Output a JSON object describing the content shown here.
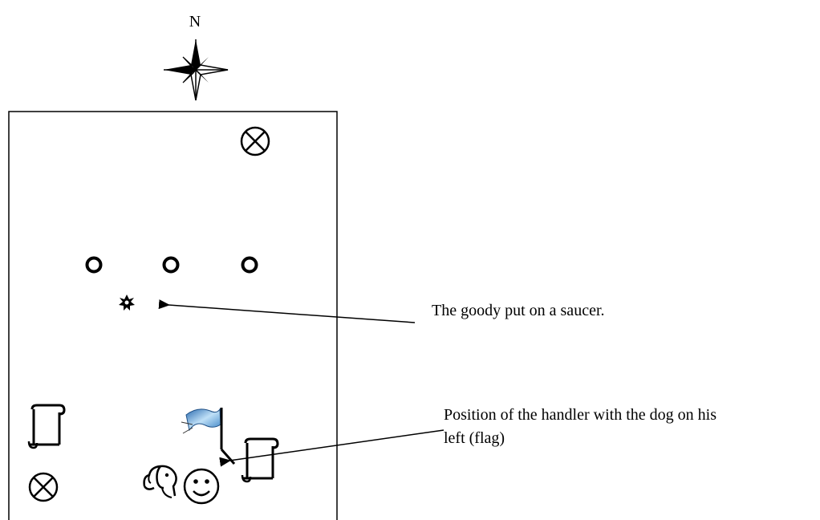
{
  "compass": {
    "north_label": "N",
    "icon": "compass-rose-icon"
  },
  "field": {
    "markers": [
      {
        "name": "crossed-circle-marker",
        "icon": "crossed-circle-icon"
      },
      {
        "name": "crossed-circle-marker",
        "icon": "crossed-circle-icon"
      }
    ],
    "saucers": [
      {
        "name": "saucer",
        "icon": "ring-icon"
      },
      {
        "name": "saucer",
        "icon": "ring-icon"
      },
      {
        "name": "saucer",
        "icon": "ring-icon"
      }
    ],
    "goody": {
      "icon": "star-burst-icon"
    },
    "scrolls": [
      {
        "name": "scroll",
        "icon": "scroll-icon"
      },
      {
        "name": "scroll",
        "icon": "scroll-icon"
      }
    ],
    "handler": {
      "icon": "smiley-face-icon"
    },
    "dog": {
      "icon": "dog-icon"
    },
    "flag": {
      "icon": "flag-icon",
      "color": "#5aa0d8"
    }
  },
  "annotations": {
    "goody_text": "The goody put on a saucer.",
    "handler_text_line1": "Position of the handler with the dog on his",
    "handler_text_line2": "left (flag)"
  }
}
